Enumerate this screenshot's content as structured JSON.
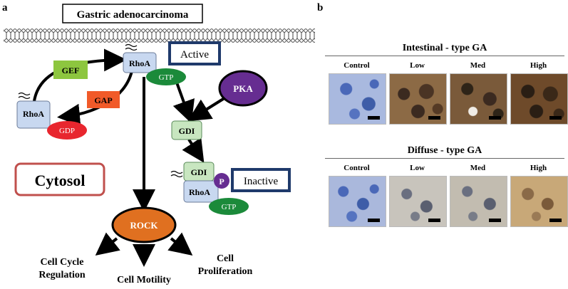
{
  "panel_a": {
    "letter": "a",
    "title": "Gastric adenocarcinoma",
    "nodes": {
      "rhoa_top": "RhoA",
      "gtp_top": "GTP",
      "active": "Active",
      "gef": "GEF",
      "gap": "GAP",
      "pka": "PKA",
      "rhoa_left": "RhoA",
      "gdp": "GDP",
      "gdi_mid": "GDI",
      "gdi_bottom": "GDI",
      "p": "P",
      "rhoa_bottom": "RhoA",
      "gtp_bottom": "GTP",
      "inactive": "Inactive",
      "cytosol": "Cytosol",
      "rock": "ROCK"
    },
    "outcomes": {
      "cell_cycle_1": "Cell Cycle",
      "cell_cycle_2": "Regulation",
      "cell_motility": "Cell Motility",
      "prolif_1": "Cell",
      "prolif_2": "Proliferation"
    },
    "colors": {
      "gef": "#8dc63f",
      "gap": "#f15a29",
      "pka": "#662d91",
      "gtp": "#1b8a3a",
      "gdp": "#e8262e",
      "rock": "#e07020",
      "rhoa": "#c8d8f0",
      "gdi": "#c8e6c0",
      "active_border": "#1f3a6b",
      "cytosol_border": "#c0504d"
    }
  },
  "panel_b": {
    "letter": "b",
    "groups": [
      {
        "title": "Intestinal - type GA",
        "labels": [
          "Control",
          "Low",
          "Med",
          "High"
        ]
      },
      {
        "title": "Diffuse - type GA",
        "labels": [
          "Control",
          "Low",
          "Med",
          "High"
        ]
      }
    ]
  }
}
